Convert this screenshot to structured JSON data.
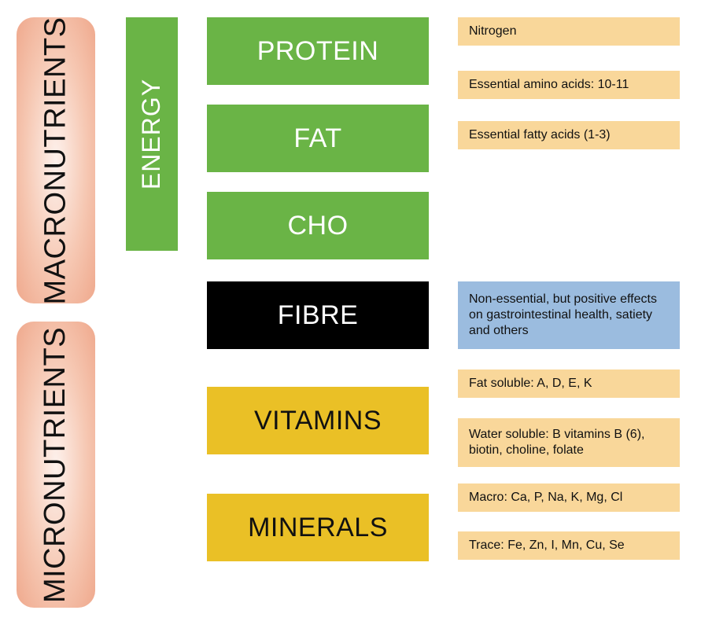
{
  "categories": {
    "macro": "MACRONUTRIENTS",
    "micro": "MICRONUTRIENTS",
    "energy": "ENERGY"
  },
  "nutrients": {
    "protein": "PROTEIN",
    "fat": "FAT",
    "cho": "CHO",
    "fibre": "FIBRE",
    "vitamins": "VITAMINS",
    "minerals": "MINERALS"
  },
  "notes": {
    "nitrogen": "Nitrogen",
    "amino": "Essential amino acids: 10-11",
    "fatty": "Essential fatty acids (1-3)",
    "fibre": "Non-essential, but positive effects on gastrointestinal health, satiety and others",
    "fat_soluble": "Fat soluble: A, D, E, K",
    "water_soluble": "Water soluble: B vitamins B (6), biotin, choline, folate",
    "macro_minerals": "Macro: Ca, P, Na, K, Mg, Cl",
    "trace_minerals": "Trace: Fe, Zn, I, Mn, Cu, Se"
  },
  "colors": {
    "green": "#6ab446",
    "black": "#000000",
    "gold": "#eac026",
    "peach_note": "#f9d79a",
    "blue_note": "#9bbcdf",
    "pill": "#f6c8b3"
  }
}
